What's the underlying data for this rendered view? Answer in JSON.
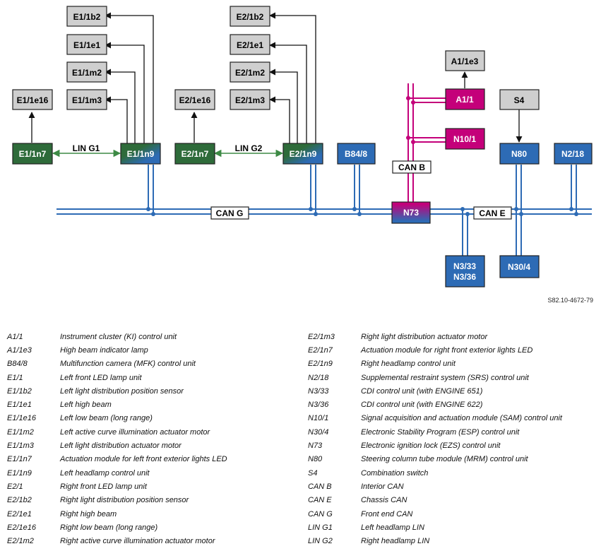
{
  "colors": {
    "grey": "#cfcfcf",
    "green": "#2e6b3a",
    "blue": "#2d6bb5",
    "magenta": "#c4007a",
    "lin": "#3d8a45",
    "can": "#2d6bb5",
    "canb": "#c4007a"
  },
  "components": {
    "E1_1b2": "E1/1b2",
    "E1_1e1": "E1/1e1",
    "E1_1m2": "E1/1m2",
    "E1_1m3": "E1/1m3",
    "E1_1e16": "E1/1e16",
    "E1_1n7": "E1/1n7",
    "E1_1n9": "E1/1n9",
    "E2_1b2": "E2/1b2",
    "E2_1e1": "E2/1e1",
    "E2_1m2": "E2/1m2",
    "E2_1m3": "E2/1m3",
    "E2_1e16": "E2/1e16",
    "E2_1n7": "E2/1n7",
    "E2_1n9": "E2/1n9",
    "B84_8": "B84/8",
    "A1_1e3": "A1/1e3",
    "A1_1": "A1/1",
    "N10_1": "N10/1",
    "S4": "S4",
    "N80": "N80",
    "N2_18": "N2/18",
    "N73": "N73",
    "N3_33": "N3/33",
    "N3_36": "N3/36",
    "N30_4": "N30/4"
  },
  "buses": {
    "lin_g1": "LIN G1",
    "lin_g2": "LIN G2",
    "can_g": "CAN G",
    "can_e": "CAN E",
    "can_b": "CAN B"
  },
  "figure_ref": "S82.10-4672-79",
  "legend_left": [
    {
      "code": "A1/1",
      "desc": "Instrument cluster (KI) control unit"
    },
    {
      "code": "A1/1e3",
      "desc": "High beam indicator lamp"
    },
    {
      "code": "B84/8",
      "desc": "Multifunction camera (MFK) control unit"
    },
    {
      "code": "E1/1",
      "desc": "Left front LED lamp unit"
    },
    {
      "code": "E1/1b2",
      "desc": "Left light distribution position sensor"
    },
    {
      "code": "E1/1e1",
      "desc": "Left high beam"
    },
    {
      "code": "E1/1e16",
      "desc": "Left low beam (long range)"
    },
    {
      "code": "E1/1m2",
      "desc": "Left active curve illumination actuator motor"
    },
    {
      "code": "E1/1m3",
      "desc": "Left light distribution actuator motor"
    },
    {
      "code": "E1/1n7",
      "desc": "Actuation module for left front exterior lights LED"
    },
    {
      "code": "E1/1n9",
      "desc": "Left headlamp control unit"
    },
    {
      "code": "E2/1",
      "desc": "Right front LED lamp unit"
    },
    {
      "code": "E2/1b2",
      "desc": "Right light distribution position sensor"
    },
    {
      "code": "E2/1e1",
      "desc": "Right high beam"
    },
    {
      "code": "E2/1e16",
      "desc": "Right low beam (long range)"
    },
    {
      "code": "E2/1m2",
      "desc": "Right active curve illumination actuator motor"
    }
  ],
  "legend_right": [
    {
      "code": "E2/1m3",
      "desc": "Right light distribution actuator motor"
    },
    {
      "code": "E2/1n7",
      "desc": "Actuation module for right front exterior lights LED"
    },
    {
      "code": "E2/1n9",
      "desc": "Right headlamp control unit"
    },
    {
      "code": "N2/18",
      "desc": "Supplemental restraint system (SRS) control unit"
    },
    {
      "code": "N3/33",
      "desc": "CDI control unit (with ENGINE 651)"
    },
    {
      "code": "N3/36",
      "desc": "CDI control unit (with ENGINE 622)"
    },
    {
      "code": "N10/1",
      "desc": "Signal acquisition and actuation module (SAM) control unit"
    },
    {
      "code": "N30/4",
      "desc": "Electronic Stability Program (ESP) control unit"
    },
    {
      "code": "N73",
      "desc": "Electronic ignition lock (EZS) control unit"
    },
    {
      "code": "N80",
      "desc": "Steering column tube module (MRM) control unit"
    },
    {
      "code": "S4",
      "desc": "Combination switch"
    },
    {
      "code": "CAN B",
      "desc": "Interior CAN"
    },
    {
      "code": "CAN E",
      "desc": "Chassis CAN"
    },
    {
      "code": "CAN G",
      "desc": "Front end CAN"
    },
    {
      "code": "LIN G1",
      "desc": "Left headlamp LIN"
    },
    {
      "code": "LIN G2",
      "desc": "Right headlamp LIN"
    }
  ]
}
